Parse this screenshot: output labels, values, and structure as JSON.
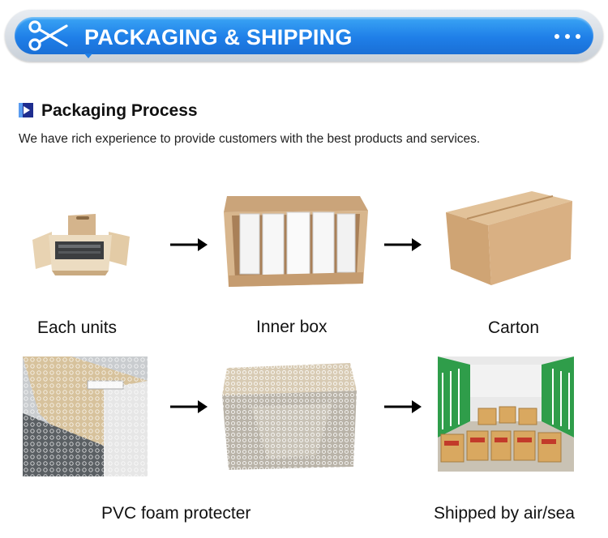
{
  "banner": {
    "title": "PACKAGING & SHIPPING",
    "icon": "scissors-icon",
    "accent": "#1f7fe8"
  },
  "section": {
    "title": "Packaging Process",
    "description": "We have rich experience to provide customers with the best products and services."
  },
  "steps": [
    {
      "label": "Each units"
    },
    {
      "label": "Inner box"
    },
    {
      "label": "Carton"
    },
    {
      "label": "PVC foam protecter"
    },
    {
      "label": "Shipped by air/sea"
    }
  ]
}
